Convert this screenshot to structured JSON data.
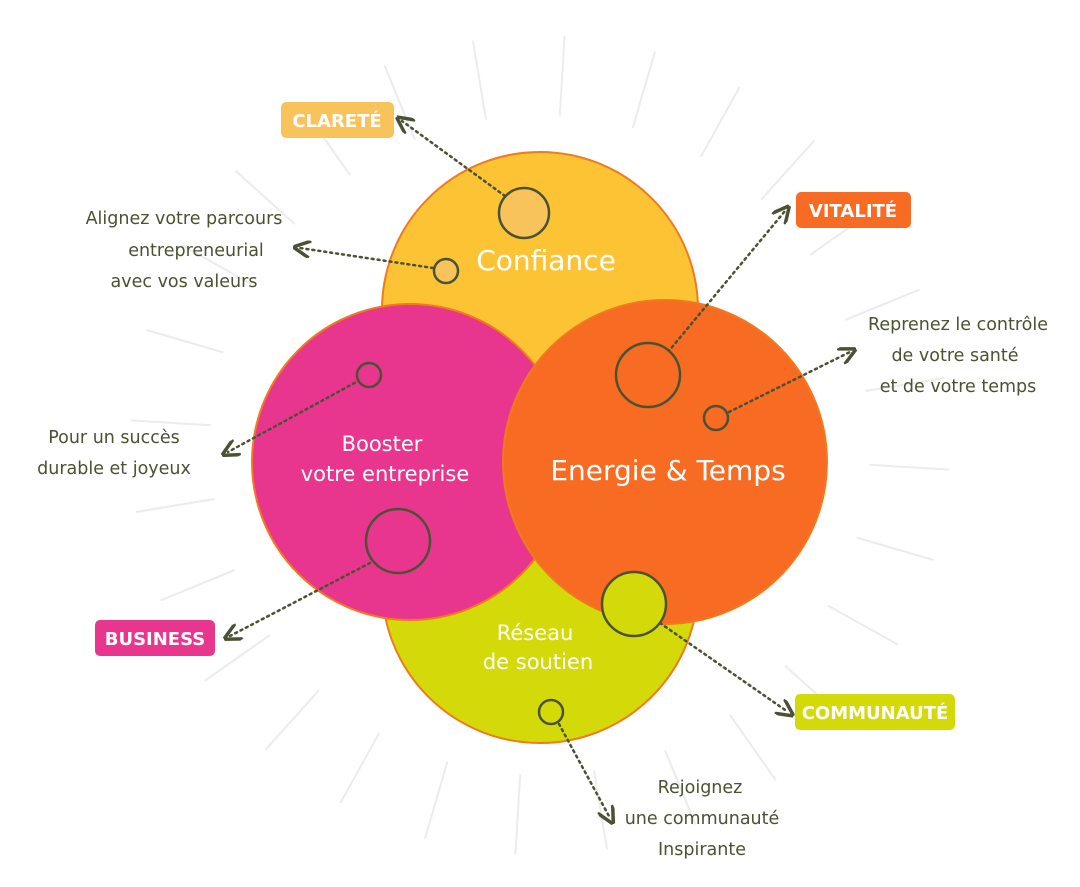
{
  "circles": {
    "confiance": {
      "label": "Confiance",
      "color": "#fcc435"
    },
    "booster": {
      "label_line1": "Booster",
      "label_line2": "votre entreprise",
      "color": "#e8368f"
    },
    "energie": {
      "label": "Energie & Temps",
      "color": "#f76b23"
    },
    "reseau": {
      "label_line1": "Réseau",
      "label_line2": "de soutien",
      "color": "#d4da0a"
    },
    "outline_color": "#f07a1c"
  },
  "tags": {
    "clarete": {
      "label": "CLARETÉ",
      "color": "#f9c35c"
    },
    "vitalite": {
      "label": "VITALITÉ",
      "color": "#f76b23"
    },
    "business": {
      "label": "BUSINESS",
      "color": "#e8368f"
    },
    "communaute": {
      "label": "COMMUNAUTÉ",
      "color": "#d4da0a"
    }
  },
  "notes": {
    "parcours": [
      "Alignez votre parcours",
      "entrepreneurial",
      "avec vos valeurs"
    ],
    "succes": [
      "Pour un succès",
      "durable et joyeux"
    ],
    "sante": [
      "Reprenez le contrôle",
      "de votre santé",
      "et de votre temps"
    ],
    "communaute": [
      "Rejoignez",
      "une communauté",
      "Inspirante"
    ]
  },
  "colors": {
    "connector": "#4a5233",
    "note_text": "#4a5233",
    "rays": "#ececec"
  }
}
